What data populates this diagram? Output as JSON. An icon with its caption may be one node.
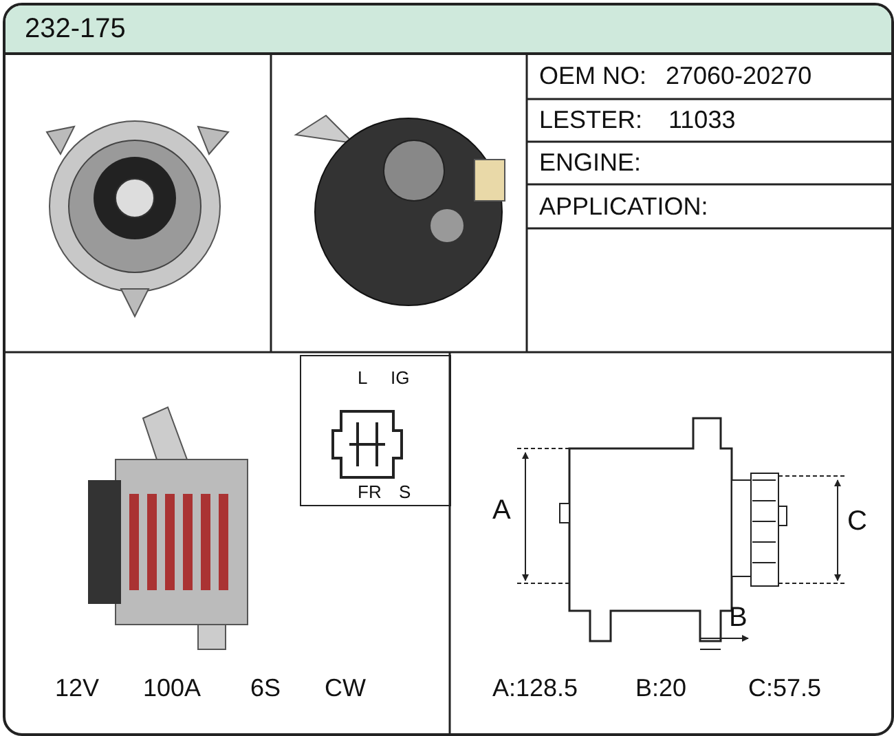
{
  "diagram": {
    "title": "232-175",
    "labels": [
      "OEM NO:",
      "27060-20270",
      "LESTER:",
      "11033",
      "ENGINE:",
      "APPLICATION:",
      "L",
      "IG",
      "FR",
      "S",
      "A",
      "B",
      "C",
      "12V",
      "100A",
      "6S",
      "CW",
      "A:128.5",
      "B:20",
      "C:57.5"
    ]
  }
}
